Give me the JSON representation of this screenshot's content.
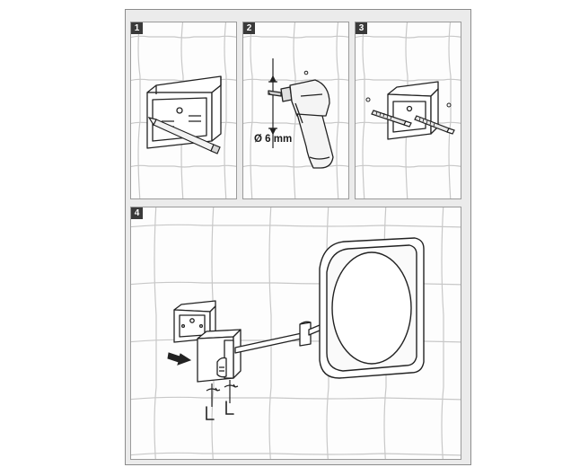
{
  "steps": [
    {
      "number": "1",
      "caption": "",
      "illustration": "bracket-marking-holes"
    },
    {
      "number": "2",
      "caption": "",
      "illustration": "drilling-holes"
    },
    {
      "number": "3",
      "caption": "",
      "illustration": "mounting-bracket-screws"
    },
    {
      "number": "4",
      "caption": "",
      "illustration": "attach-mirror-and-fix-screws"
    }
  ],
  "drill": {
    "diameter_label": "Ø 6 mm"
  },
  "colors": {
    "background": "#ffffff",
    "sheet": "#ebebeb",
    "panel": "#fdfdfd",
    "tile_grout": "#c8c8c8",
    "line_art": "#222222",
    "step_badge": "#3a3a3a"
  }
}
